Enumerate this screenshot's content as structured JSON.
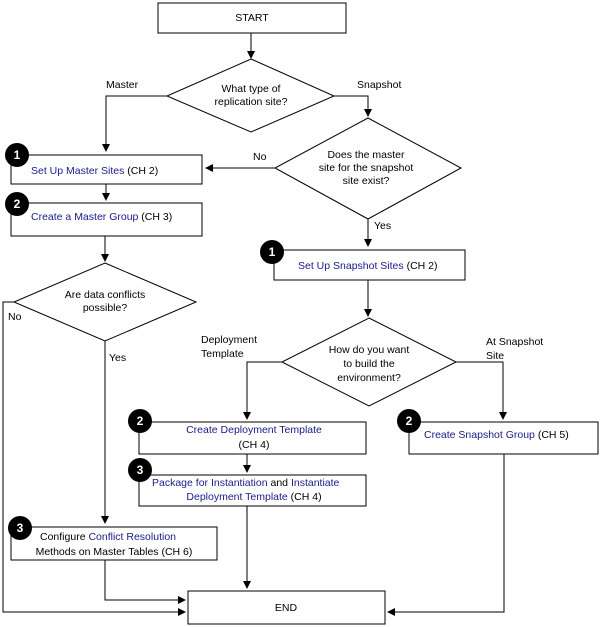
{
  "colors": {
    "link": "#1a1a8a",
    "line": "#000000",
    "badge": "#000000"
  },
  "start": "START",
  "end": "END",
  "decision_type": {
    "line1": "What type of",
    "line2": "replication site?"
  },
  "label_master": "Master",
  "label_snapshot": "Snapshot",
  "decision_master_exists": {
    "line1": "Does the master",
    "line2": "site for the snapshot",
    "line3": "site exist?"
  },
  "label_no_master": "No",
  "label_yes_master": "Yes",
  "setup_master": {
    "step": "1",
    "link": "Set Up Master Sites",
    "suffix": " (CH 2)"
  },
  "create_master_group": {
    "step": "2",
    "link": "Create a Master Group",
    "suffix": " (CH 3)"
  },
  "decision_conflicts": {
    "line1": "Are data conflicts",
    "line2": "possible?"
  },
  "label_no_conflicts": "No",
  "label_yes_conflicts": "Yes",
  "conflict_resolution": {
    "step": "3",
    "prefix": "Configure ",
    "link": "Conflict Resolution",
    "line2": "Methods on Master Tables (CH 6)"
  },
  "setup_snapshot": {
    "step": "1",
    "link": "Set Up Snapshot Sites",
    "suffix": " (CH 2)"
  },
  "decision_build": {
    "line1": "How do you want",
    "line2": "to build the",
    "line3": "environment?"
  },
  "label_deployment": {
    "line1": "Deployment",
    "line2": "Template"
  },
  "label_at_snapshot": {
    "line1": "At Snapshot",
    "line2": "Site"
  },
  "create_deployment": {
    "step": "2",
    "link": "Create Deployment Template",
    "line2": "(CH 4)"
  },
  "create_snapshot_group": {
    "step": "2",
    "link": "Create Snapshot Group",
    "suffix": " (CH 5)"
  },
  "package": {
    "step": "3",
    "link1": "Package for Instantiation",
    "mid": " and ",
    "link2": "Instantiate",
    "line2_link": "Deployment Template",
    "line2_suffix": " (CH 4)"
  }
}
